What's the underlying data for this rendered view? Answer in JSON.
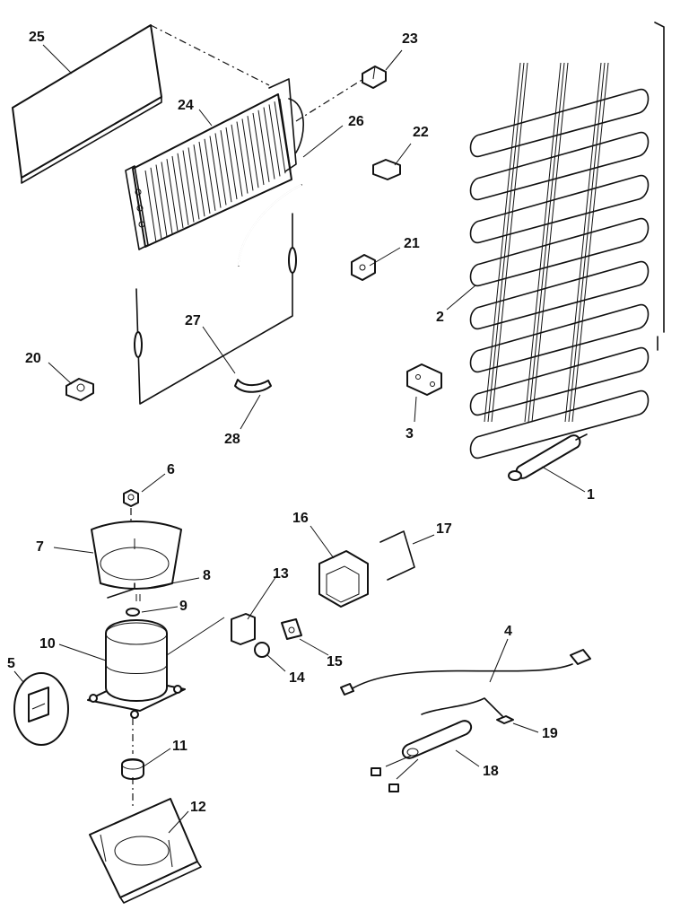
{
  "callouts": {
    "c1": "1",
    "c2": "2",
    "c3": "3",
    "c4": "4",
    "c5": "5",
    "c6": "6",
    "c7": "7",
    "c8": "8",
    "c9": "9",
    "c10": "10",
    "c11": "11",
    "c12": "12",
    "c13": "13",
    "c14": "14",
    "c15": "15",
    "c16": "16",
    "c17": "17",
    "c18": "18",
    "c19": "19",
    "c20": "20",
    "c21": "21",
    "c22": "22",
    "c23": "23",
    "c24": "24",
    "c25": "25",
    "c26": "26",
    "c27": "27",
    "c28": "28"
  },
  "colors": {
    "ink": "#111111",
    "paper": "#ffffff"
  }
}
